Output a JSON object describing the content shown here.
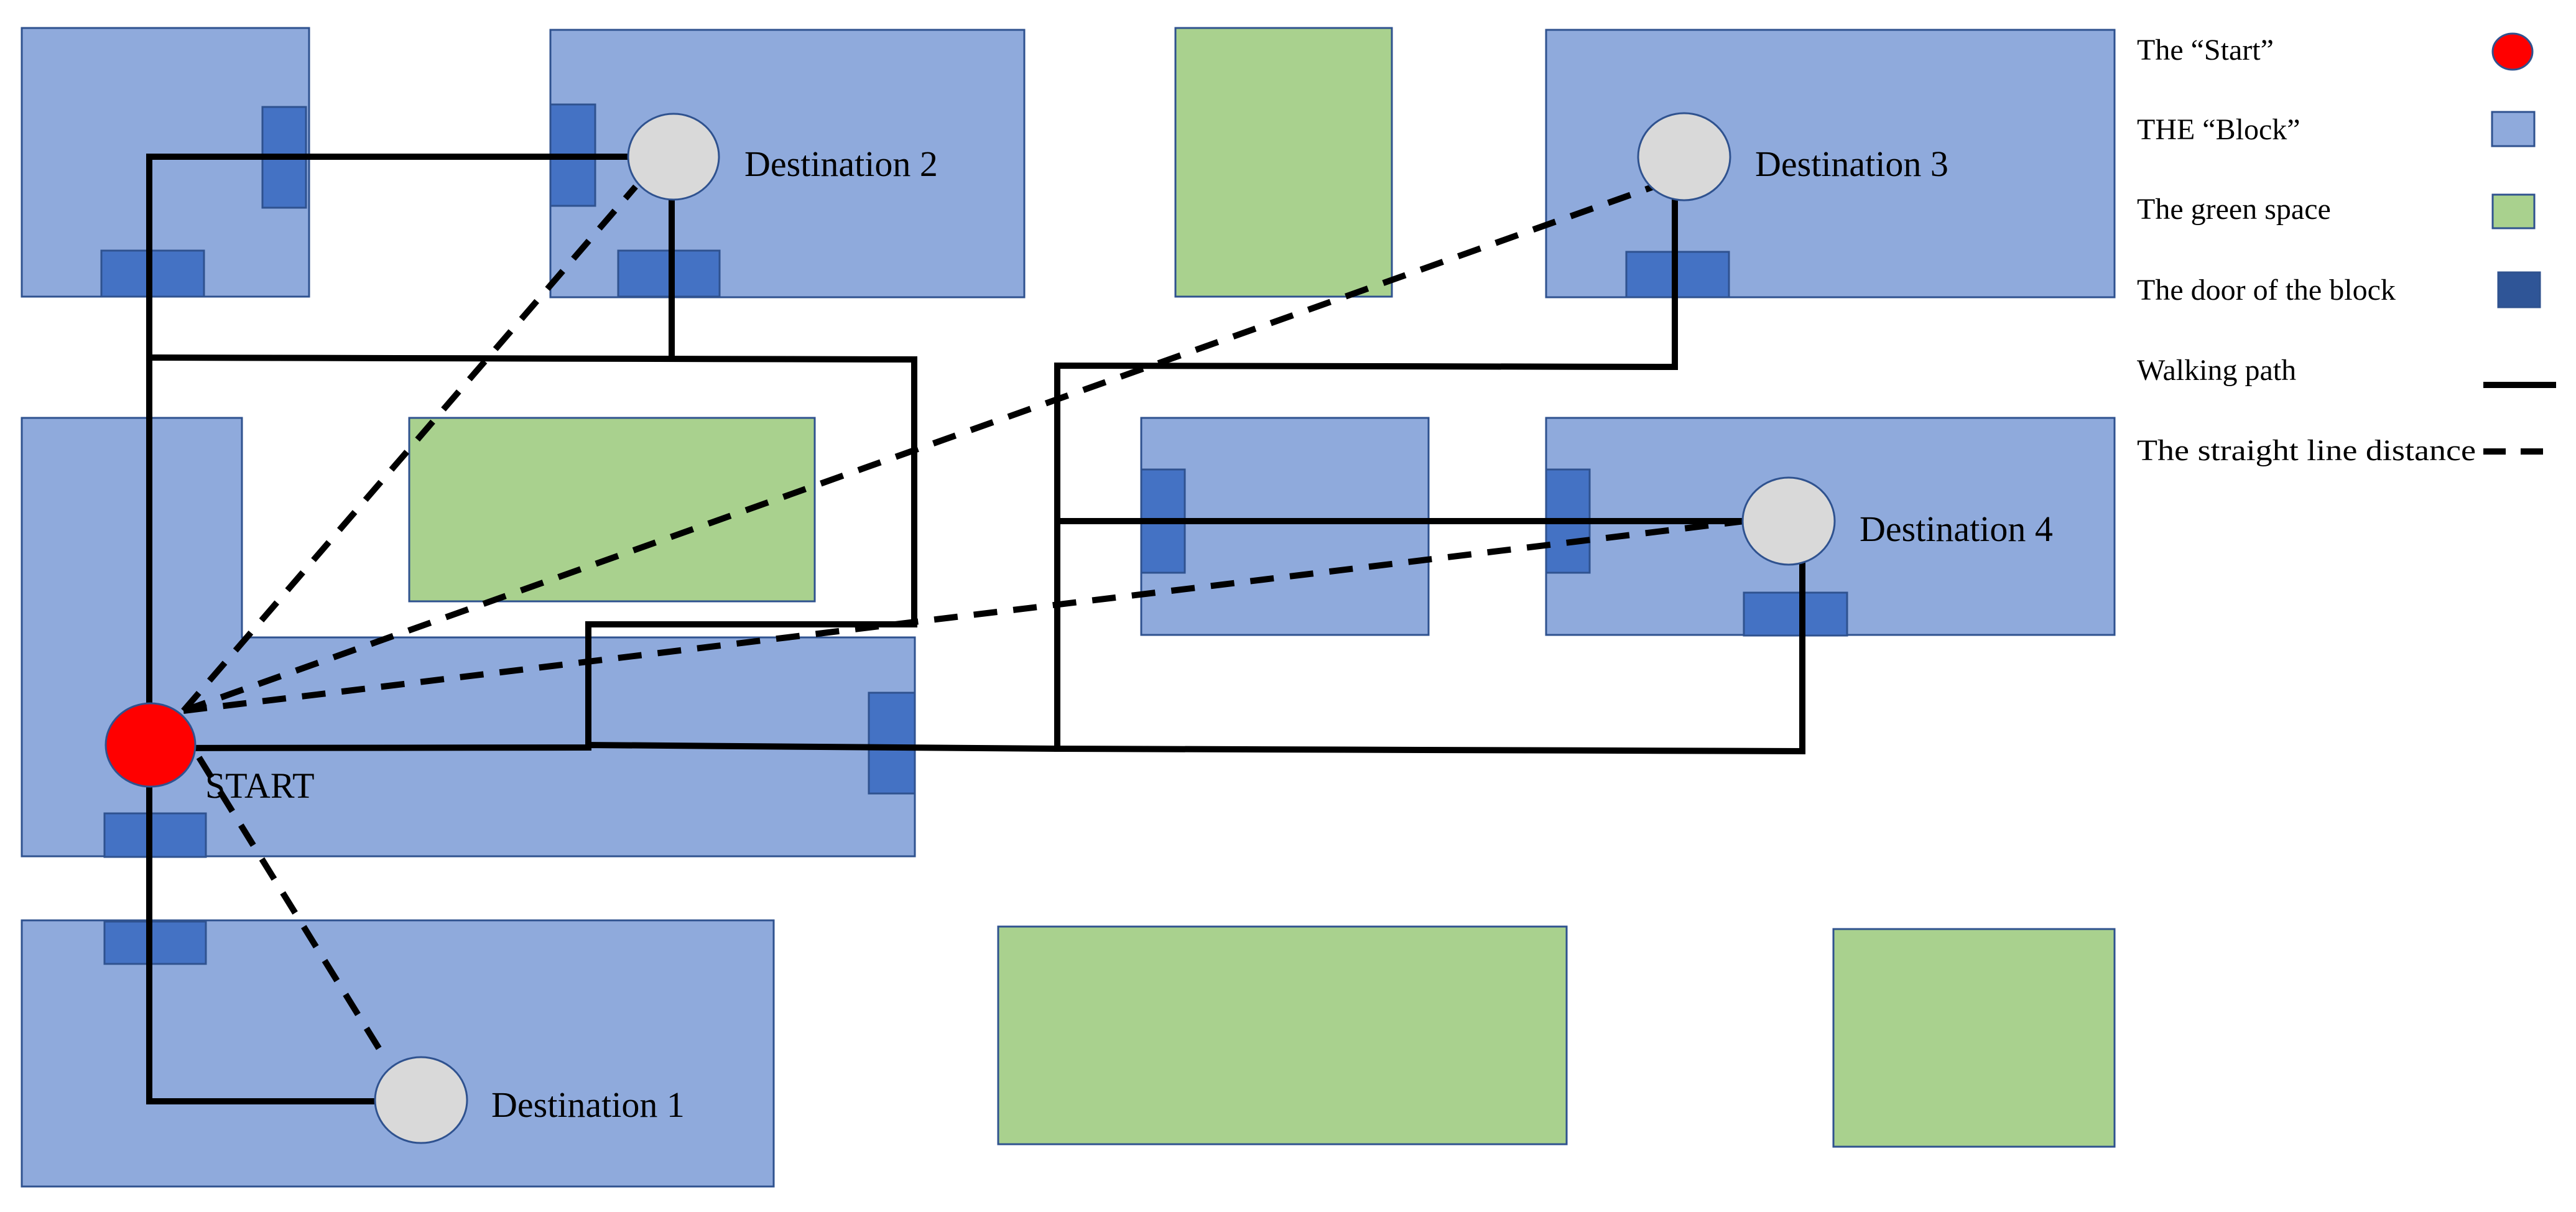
{
  "labels": {
    "start": "START",
    "destination_1": "Destination 1",
    "destination_2": "Destination 2",
    "destination_3": "Destination 3",
    "destination_4": "Destination 4"
  },
  "legend": {
    "start": "The “Start”",
    "block": "THE “Block”",
    "green_space": "The green space",
    "door": "The door of the block",
    "walking_path": "Walking path",
    "straight_line": "The straight line distance"
  },
  "colors": {
    "block": "#8FAADC",
    "green_space": "#A9D18E",
    "door": "#4472C4",
    "start": "#FF0000",
    "destination": "#D9D9D9",
    "outline": "#2F528F"
  }
}
